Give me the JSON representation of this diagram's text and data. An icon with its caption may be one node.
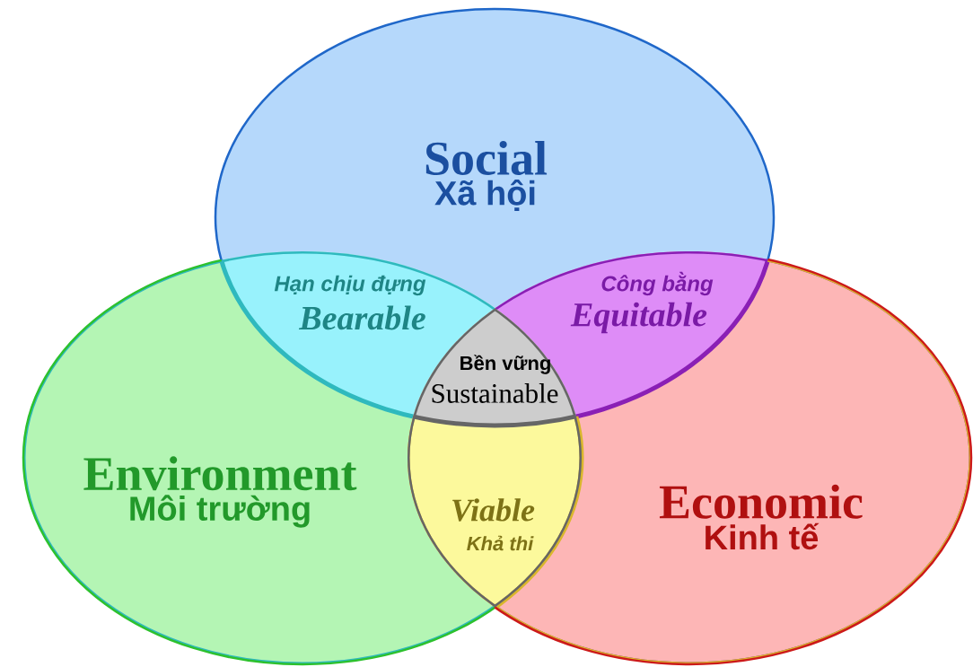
{
  "diagram": {
    "nodes": [
      {
        "text": [
          "Social",
          "Xã hội"
        ]
      },
      {
        "text": [
          "Environment",
          "Môi trường"
        ]
      },
      {
        "text": [
          "Economic",
          "Kinh tế"
        ]
      }
    ],
    "labels": [
      "Hạn chịu đựng",
      "Bearable",
      "Công bằng",
      "Equitable",
      "Bền vững",
      "Sustainable",
      "Viable",
      "Khả thi"
    ]
  }
}
